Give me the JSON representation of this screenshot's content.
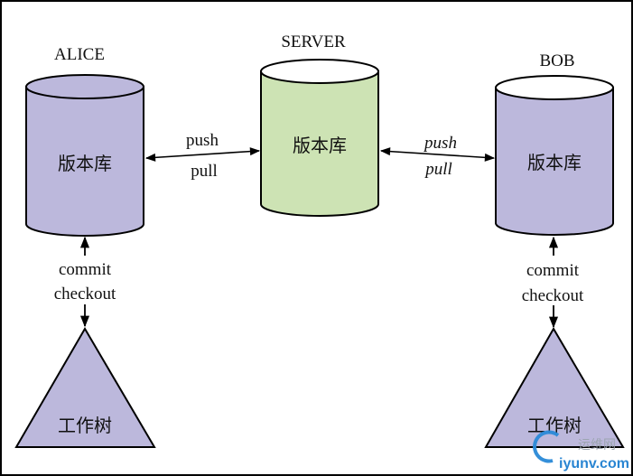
{
  "diagram": {
    "type": "git distributed workflow",
    "nodes": {
      "alice": {
        "title": "ALICE",
        "repo_label": "版本库",
        "worktree_label": "工作树",
        "color": "#bcb8dc"
      },
      "server": {
        "title": "SERVER",
        "repo_label": "版本库",
        "color": "#cde3b4"
      },
      "bob": {
        "title": "BOB",
        "repo_label": "版本库",
        "worktree_label": "工作树",
        "color": "#bcb8dc"
      }
    },
    "edges": {
      "alice_server": {
        "top": "push",
        "bottom": "pull"
      },
      "server_bob": {
        "top": "push",
        "bottom": "pull"
      },
      "alice_worktree": {
        "top": "commit",
        "bottom": "checkout"
      },
      "bob_worktree": {
        "top": "commit",
        "bottom": "checkout"
      }
    },
    "watermark": {
      "cn": "运维网",
      "en": "iyunv.com",
      "color": "#1e7fd0"
    }
  }
}
